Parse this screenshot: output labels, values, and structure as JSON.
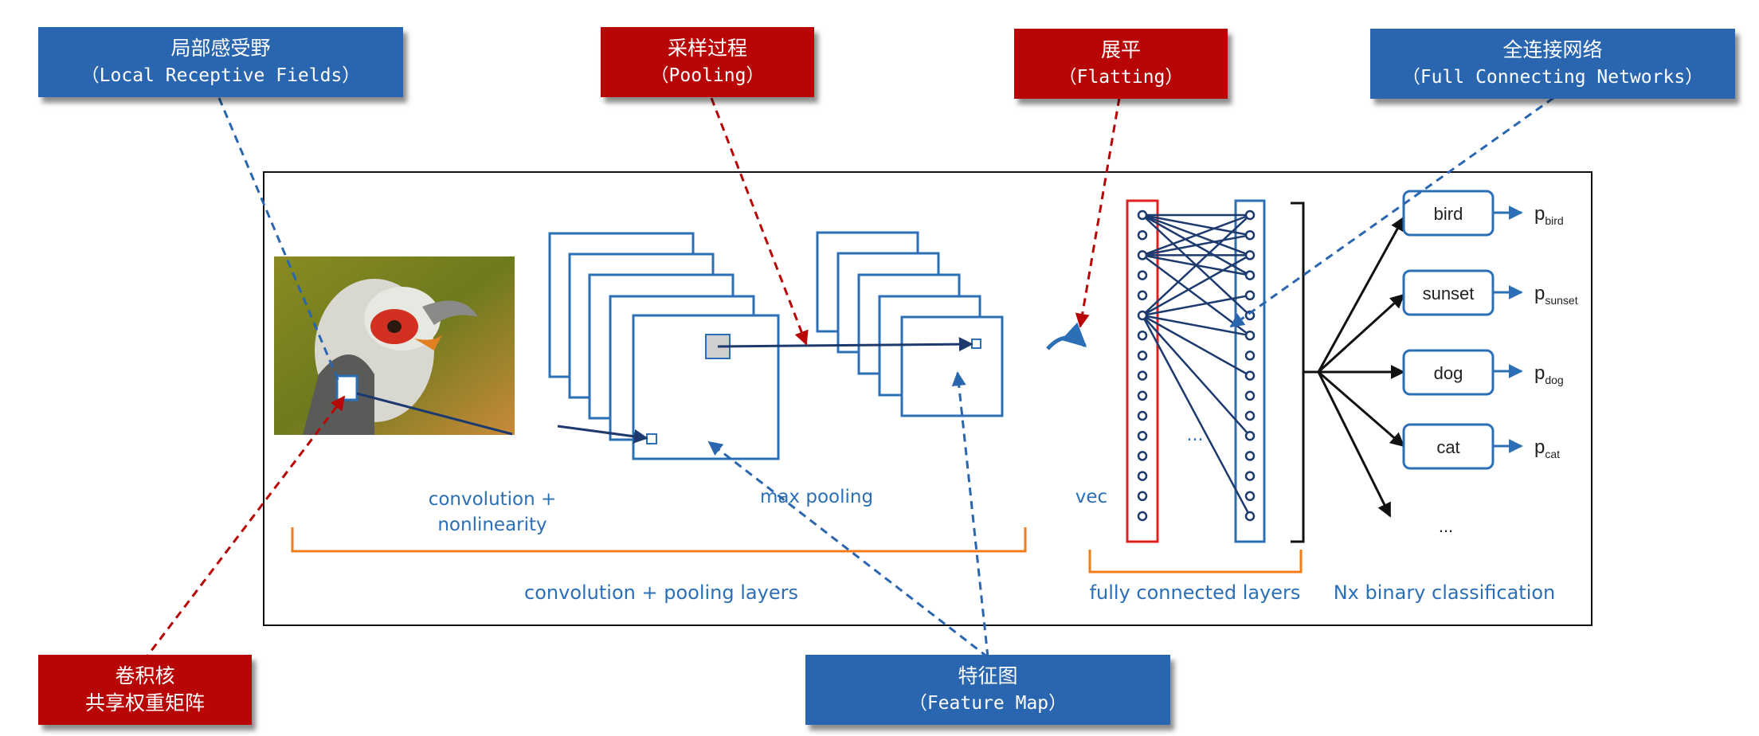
{
  "callouts": {
    "local_receptive": {
      "title": "局部感受野",
      "subtitle": "（Local Receptive Fields）"
    },
    "pooling": {
      "title": "采样过程",
      "subtitle": "（Pooling）"
    },
    "flatting": {
      "title": "展平",
      "subtitle": "（Flatting）"
    },
    "full_connecting": {
      "title": "全连接网络",
      "subtitle": "（Full Connecting Networks）"
    },
    "kernel": {
      "title": "卷积核",
      "subtitle": "共享权重矩阵"
    },
    "feature_map": {
      "title": "特征图",
      "subtitle": "（Feature Map）"
    }
  },
  "diagram": {
    "conv_label_line1": "convolution +",
    "conv_label_line2": "nonlinearity",
    "pool_label": "max pooling",
    "vec_label": "vec",
    "ellipsis_fc": "...",
    "group_conv_pool": "convolution + pooling layers",
    "group_fc": "fully connected layers",
    "group_cls": "Nx binary classification",
    "classes": [
      {
        "name": "bird",
        "prob": "p",
        "sub": "bird"
      },
      {
        "name": "sunset",
        "prob": "p",
        "sub": "sunset"
      },
      {
        "name": "dog",
        "prob": "p",
        "sub": "dog"
      },
      {
        "name": "cat",
        "prob": "p",
        "sub": "cat"
      }
    ],
    "more_classes": "..."
  },
  "colors": {
    "callout_blue": "#2a66b0",
    "callout_red": "#b80606",
    "diagram_blue": "#2b6fb6",
    "bracket_orange": "#f07d1a",
    "vec_red": "#e02020"
  }
}
